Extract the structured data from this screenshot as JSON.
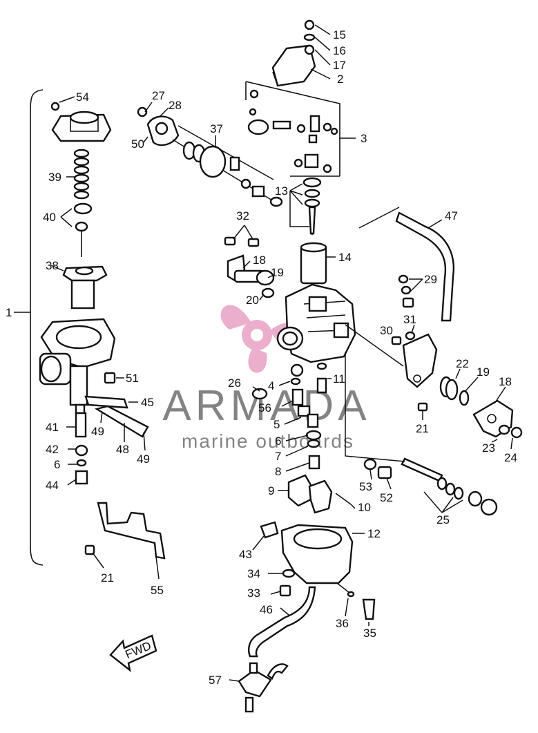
{
  "diagram": {
    "assembly_label": "1",
    "fwd_label": "FWD",
    "callouts": [
      "2",
      "3",
      "4",
      "5",
      "6",
      "7",
      "8",
      "9",
      "10",
      "11",
      "12",
      "13",
      "14",
      "15",
      "16",
      "17",
      "18",
      "19",
      "20",
      "21",
      "22",
      "23",
      "24",
      "25",
      "26",
      "27",
      "28",
      "29",
      "30",
      "31",
      "32",
      "33",
      "34",
      "35",
      "36",
      "37",
      "38",
      "39",
      "40",
      "41",
      "42",
      "43",
      "44",
      "45",
      "46",
      "47",
      "48",
      "49",
      "50",
      "51",
      "52",
      "53",
      "54",
      "55",
      "56",
      "57"
    ]
  },
  "watermark": {
    "brand": "ARMADA",
    "tagline": "marine outboards",
    "colors": {
      "logo": "#e8a0c4",
      "text": "#6e6e6e"
    }
  }
}
